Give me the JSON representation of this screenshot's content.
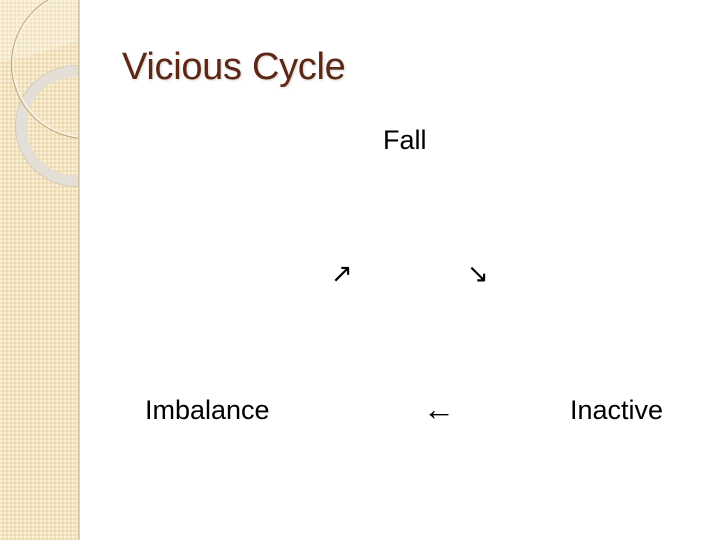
{
  "slide": {
    "title": "Vicious Cycle",
    "colors": {
      "title": "#5b2716",
      "side_strip": "#f3e3bf",
      "text": "#000000",
      "background": "#ffffff"
    },
    "diagram": {
      "nodes": {
        "top": "Fall",
        "bottom_left": "Imbalance",
        "bottom_right": "Inactive"
      },
      "arrows": {
        "imbalance_to_fall": "↗",
        "fall_to_inactive": "↘",
        "inactive_to_imbalance": "←"
      }
    }
  }
}
